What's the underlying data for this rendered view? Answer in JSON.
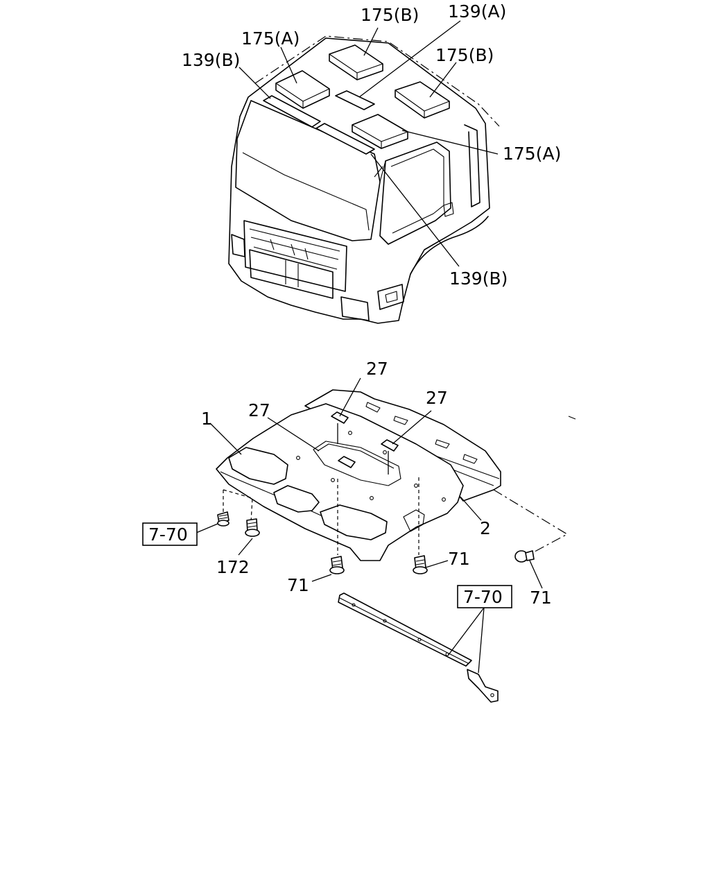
{
  "labels": {
    "l175b_top": "175(B)",
    "l139a": "139(A)",
    "l175a_top": "175(A)",
    "l175b_right": "175(B)",
    "l139b_left": "139(B)",
    "l175a_right": "175(A)",
    "l139b_bottom": "139(B)",
    "l27_top": "27",
    "l27_right": "27",
    "l27_left": "27",
    "l1": "1",
    "l2": "2",
    "ref_left": "7-70",
    "ref_right": "7-70",
    "l172": "172",
    "l71_center": "71",
    "l71_right": "71",
    "l71_far": "71"
  }
}
